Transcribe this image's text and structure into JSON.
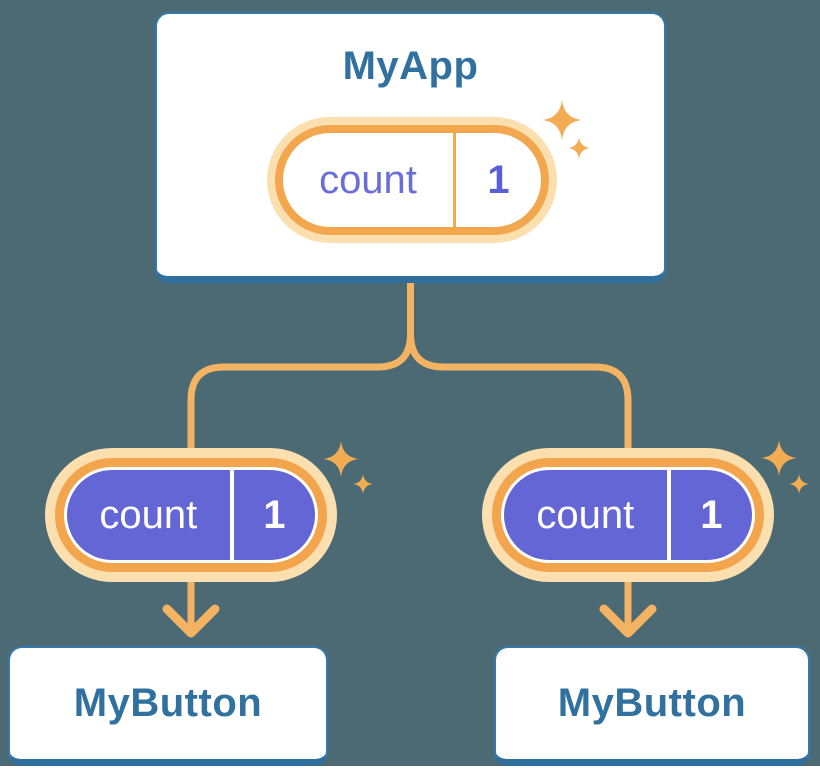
{
  "tree": {
    "root": {
      "label": "MyApp",
      "state_pill": {
        "key": "count",
        "value": "1"
      }
    },
    "children": [
      {
        "label": "MyButton",
        "state_pill": {
          "key": "count",
          "value": "1"
        }
      },
      {
        "label": "MyButton",
        "state_pill": {
          "key": "count",
          "value": "1"
        }
      }
    ]
  },
  "icons": {
    "sparkle": "sparkle-icon",
    "arrow": "arrow-down-icon"
  },
  "colors": {
    "background": "#4B6A74",
    "card_background": "#FFFFFF",
    "card_border": "#3578A9",
    "card_bottom_edge": "#2E6F9D",
    "card_text_blue": "#30719F",
    "pill_ring_orange": "#F2A74F",
    "pill_halo_orange": "#FBDFAF",
    "connector_orange": "#F4B263",
    "sparkle_orange": "#F2AC52",
    "pill_purple": "#6366D4",
    "pill_text_purple": "#6A6FD8",
    "pill_value_purple": "#5A60D4",
    "pill_text_white": "#FFFFFF"
  }
}
